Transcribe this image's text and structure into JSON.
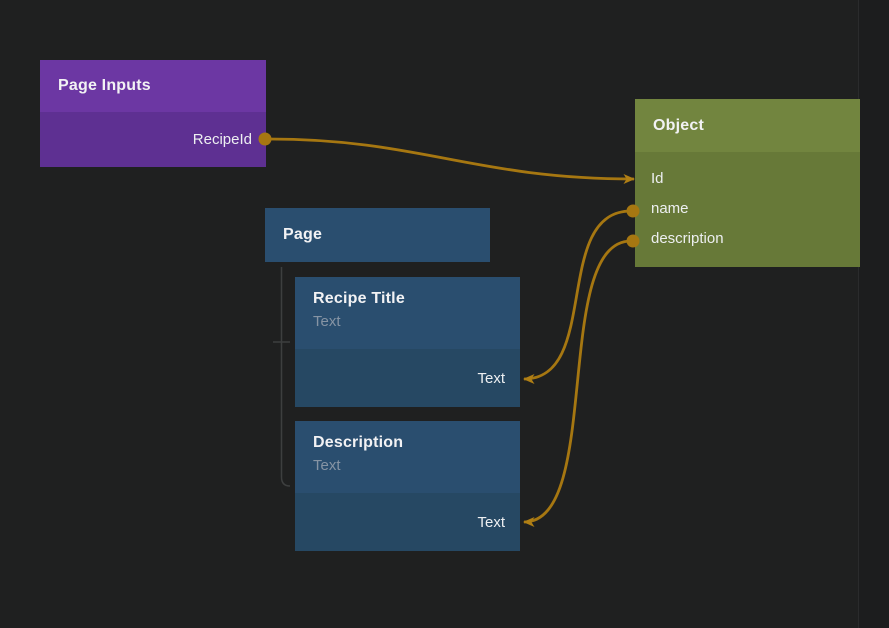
{
  "app": {
    "name": "visual node graph editor"
  },
  "canvas": {
    "background": "#1f2020"
  },
  "colors": {
    "wire": "#a67711",
    "wire_arrow": "#b07f15",
    "tree_line": "#3d3f3f",
    "purple_header": "#6c37a3",
    "purple_body": "#5e3092",
    "green_header": "#72853f",
    "green_body": "#677938",
    "blue_header": "#2a4e6f",
    "blue_body": "#264863",
    "subtitle_gray": "#8694a4"
  },
  "nodes": [
    {
      "id": "page-inputs",
      "title": "Page Inputs",
      "outputs": [
        {
          "label": "RecipeId"
        }
      ]
    },
    {
      "id": "object",
      "title": "Object",
      "ports": [
        {
          "label": "Id",
          "direction": "input"
        },
        {
          "label": "name",
          "direction": "output"
        },
        {
          "label": "description",
          "direction": "output"
        }
      ]
    },
    {
      "id": "page",
      "title": "Page"
    },
    {
      "id": "recipe-title",
      "title": "Recipe Title",
      "subtitle": "Text",
      "inputs": [
        {
          "label": "Text"
        }
      ]
    },
    {
      "id": "description",
      "title": "Description",
      "subtitle": "Text",
      "inputs": [
        {
          "label": "Text"
        }
      ]
    }
  ],
  "connections": [
    {
      "from": "Page Inputs.RecipeId",
      "to": "Object.Id"
    },
    {
      "from": "Object.name",
      "to": "Recipe Title.Text"
    },
    {
      "from": "Object.description",
      "to": "Description.Text"
    }
  ]
}
